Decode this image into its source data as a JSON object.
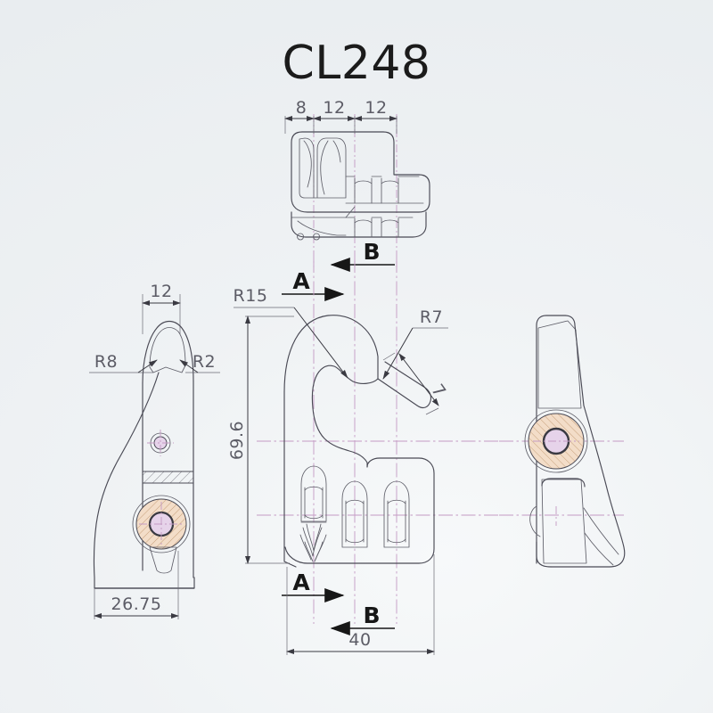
{
  "drawing": {
    "title": "CL248",
    "background_color": "#eef1f3",
    "line_color": "#4a4a55",
    "centerline_color": "#c49ac4",
    "bushing_color": "#f3ddc8",
    "dim_text_color": "#5c5c66"
  },
  "dimensions": {
    "top_chain": [
      {
        "label": "8",
        "value": 8
      },
      {
        "label": "12",
        "value": 12
      },
      {
        "label": "12",
        "value": 12
      }
    ],
    "front_height": {
      "label": "69.6",
      "value": 69.6
    },
    "front_width": {
      "label": "40",
      "value": 40
    },
    "side_width": {
      "label": "26.75",
      "value": 26.75
    },
    "side_top_width": {
      "label": "12",
      "value": 12
    },
    "angled_small": {
      "label": "7",
      "value": 7
    }
  },
  "radii": [
    {
      "label": "R15",
      "value": 15,
      "view": "front-top-arc"
    },
    {
      "label": "R7",
      "value": 7,
      "view": "front-hook-arc"
    },
    {
      "label": "R8",
      "value": 8,
      "view": "side-left-fillet"
    },
    {
      "label": "R2",
      "value": 2,
      "view": "side-right-fillet"
    }
  ],
  "section_marks": [
    {
      "label": "A",
      "position": "upper",
      "direction": "right"
    },
    {
      "label": "B",
      "position": "upper",
      "direction": "left"
    },
    {
      "label": "A",
      "position": "lower",
      "direction": "right"
    },
    {
      "label": "B",
      "position": "lower",
      "direction": "left"
    }
  ],
  "views": [
    {
      "name": "top-view",
      "description": "plan view of cleat body"
    },
    {
      "name": "front-view",
      "description": "main elevation with hook and three sheave slots"
    },
    {
      "name": "left-view",
      "description": "side elevation with bushing"
    },
    {
      "name": "right-view",
      "description": "section view with hatching and bushing"
    }
  ]
}
